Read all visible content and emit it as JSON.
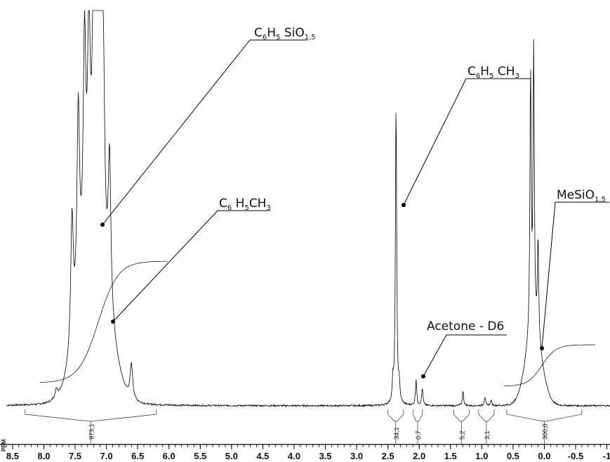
{
  "chart_data": {
    "type": "line",
    "xlabel": "PPM",
    "xlim": [
      8.6,
      -1.05
    ],
    "x_reversed": true,
    "x_ticks": [
      "8.5",
      "8.0",
      "7.5",
      "7.0",
      "6.5",
      "6.0",
      "5.5",
      "5.0",
      "4.5",
      "4.0",
      "3.5",
      "3.0",
      "2.5",
      "2.0",
      "1.5",
      "1.0",
      "0.5",
      "0.0",
      "-0.5",
      "-1"
    ],
    "colors": {
      "spectrum": "#000000",
      "labels": "#111111"
    },
    "peaks": [
      {
        "x": 7.8,
        "y": 0.03
      },
      {
        "x": 7.55,
        "y": 0.45
      },
      {
        "x": 7.45,
        "y": 0.68
      },
      {
        "x": 7.35,
        "y": 0.75
      },
      {
        "x": 7.28,
        "y": 0.7
      },
      {
        "x": 7.2,
        "y": 0.95
      },
      {
        "x": 7.15,
        "y": 0.8
      },
      {
        "x": 7.1,
        "y": 0.95
      },
      {
        "x": 7.05,
        "y": 0.62
      },
      {
        "x": 6.95,
        "y": 0.52
      },
      {
        "x": 6.6,
        "y": 0.12
      },
      {
        "x": 2.42,
        "y": 0.07
      },
      {
        "x": 2.37,
        "y": 1.05
      },
      {
        "x": 2.32,
        "y": 0.06
      },
      {
        "x": 2.05,
        "y": 0.09
      },
      {
        "x": 1.95,
        "y": 0.06
      },
      {
        "x": 1.3,
        "y": 0.05
      },
      {
        "x": 0.95,
        "y": 0.03
      },
      {
        "x": 0.85,
        "y": 0.02
      },
      {
        "x": 0.22,
        "y": 0.9
      },
      {
        "x": 0.17,
        "y": 0.97
      },
      {
        "x": 0.1,
        "y": 0.35
      }
    ],
    "integrals": [
      {
        "from": 8.3,
        "to": 6.2,
        "value": "973,1"
      },
      {
        "from": 2.5,
        "to": 2.25,
        "value": "34,1"
      },
      {
        "from": 2.1,
        "to": 1.95,
        "value": "0,7"
      },
      {
        "from": 1.45,
        "to": 1.2,
        "value": "5,2"
      },
      {
        "from": 1.05,
        "to": 0.8,
        "value": "3,1"
      },
      {
        "from": 0.6,
        "to": -0.6,
        "value": "300,0"
      }
    ],
    "annotations": [
      {
        "text": "C6H5SiO1,5",
        "x": 7.18
      },
      {
        "text": "C6H5CH3",
        "x": 7.05
      },
      {
        "text": "C6H5CH3",
        "x": 2.37
      },
      {
        "text": "Acetone - D6",
        "x": 2.05
      },
      {
        "text": "MeSiO1,5",
        "x": 0.12
      }
    ]
  },
  "labels": {
    "l1_a": "C",
    "l1_b": "6",
    "l1_c": "H",
    "l1_d": "5",
    "l1_e": " SiO",
    "l1_f": "1,5",
    "l2_a": "C",
    "l2_b": "6",
    "l2_c": " H",
    "l2_d": "5",
    "l2_e": "CH",
    "l2_f": "3",
    "l3_a": "C",
    "l3_b": "6",
    "l3_c": "H",
    "l3_d": "5",
    "l3_e": " CH",
    "l3_f": "3",
    "l4": "Acetone - D6",
    "l5_a": "MeSiO",
    "l5_b": "1,5"
  }
}
